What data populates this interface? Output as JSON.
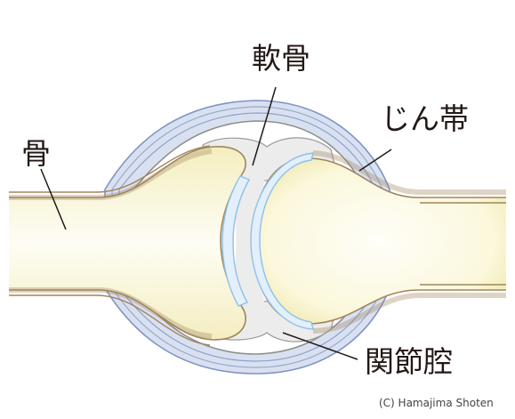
{
  "labels": {
    "cartilage": "軟骨",
    "ligament": "じん帯",
    "bone": "骨",
    "joint_cavity": "関節腔"
  },
  "copyright": "(C) Hamajima Shoten",
  "colors": {
    "bone_fill_center": "#fdfbe9",
    "bone_fill_edge": "#f6f1c8",
    "periosteum": "#a0855b",
    "periosteum_fill": "#e7d3b2",
    "cartilage_blue": "#9cc7ea",
    "cartilage_fill": "#e6f1fb",
    "ligament_blue": "#8fa2cf",
    "capsule_gray": "#8e8e8e",
    "cavity_fill": "#ececec",
    "leader_line": "#231815"
  }
}
